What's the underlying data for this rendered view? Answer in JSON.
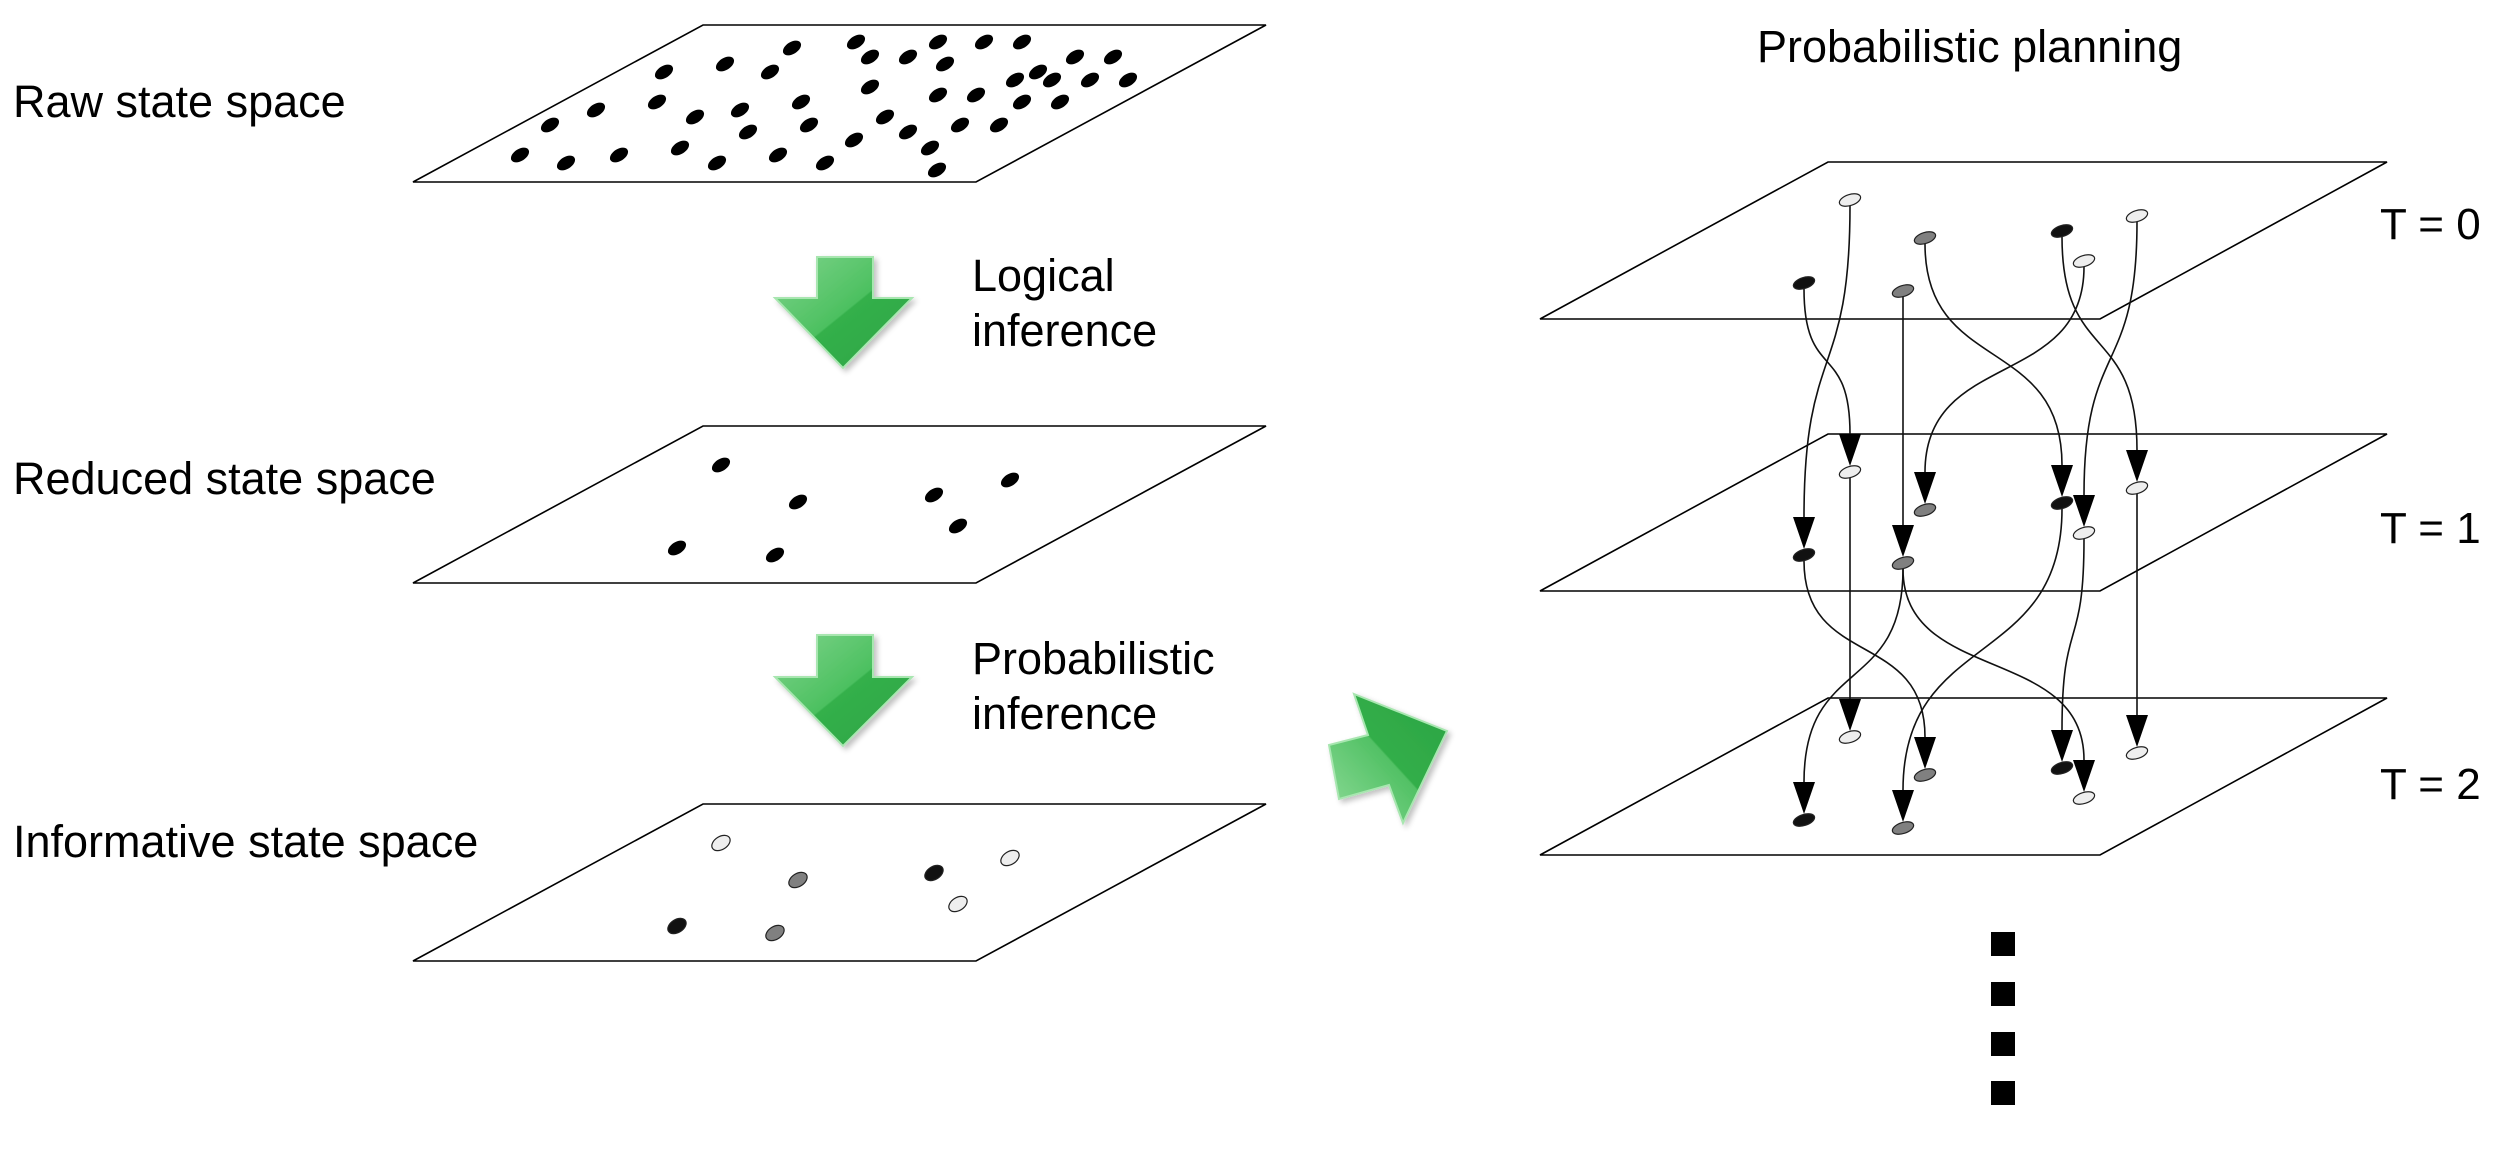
{
  "left_panel": {
    "layers": [
      {
        "id": "raw",
        "label": "Raw state space"
      },
      {
        "id": "reduced",
        "label": "Reduced state space"
      },
      {
        "id": "informative",
        "label": "Informative state space"
      }
    ],
    "steps": [
      {
        "label_line1": "Logical",
        "label_line2": "inference",
        "icon": "green-down-arrow-icon"
      },
      {
        "label_line1": "Probabilistic",
        "label_line2": "inference",
        "icon": "green-down-arrow-icon"
      }
    ],
    "transition_icon": "green-diagonal-arrow-icon"
  },
  "right_panel": {
    "title": "Probabilistic planning",
    "time_steps": [
      {
        "label": "T = 0"
      },
      {
        "label": "T = 1"
      },
      {
        "label": "T = 2"
      }
    ],
    "continuation_icon": "vertical-ellipsis-squares-icon",
    "state_colors": [
      "white",
      "gray",
      "black",
      "white",
      "white",
      "black",
      "gray"
    ],
    "transitions": {
      "t0_to_t1": [
        [
          5,
          0
        ],
        [
          0,
          5
        ],
        [
          6,
          6
        ],
        [
          1,
          2
        ],
        [
          4,
          1
        ],
        [
          2,
          3
        ],
        [
          3,
          4
        ]
      ],
      "t1_to_t2": [
        [
          5,
          1
        ],
        [
          0,
          0
        ],
        [
          6,
          5
        ],
        [
          6,
          4
        ],
        [
          2,
          6
        ],
        [
          4,
          2
        ],
        [
          3,
          3
        ]
      ]
    }
  },
  "colors": {
    "dot_black": "#111111",
    "dot_gray": "#808080",
    "dot_white": "#eeeeee",
    "arrow_green_dark": "#2fae47",
    "arrow_green_light": "#6fcf7e",
    "arrow_green_highlight": "#b8ebbd"
  },
  "raw_dot_count": 45
}
